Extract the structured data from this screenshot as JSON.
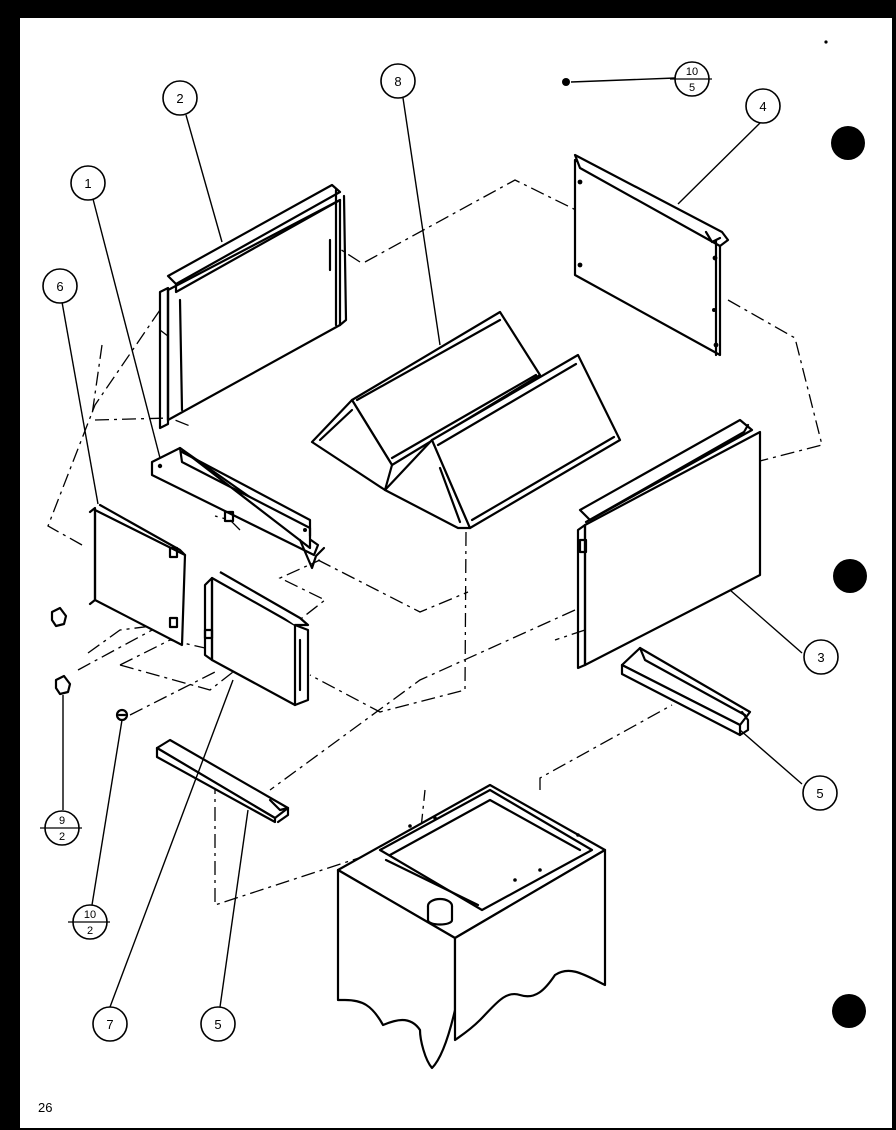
{
  "page": {
    "page_number": "26",
    "background_color": "#000000",
    "paper_color": "#ffffff",
    "ink_color": "#000000"
  },
  "callouts": [
    {
      "key": "c1",
      "label": "1"
    },
    {
      "key": "c2",
      "label": "2"
    },
    {
      "key": "c3",
      "label": "3"
    },
    {
      "key": "c4",
      "label": "4"
    },
    {
      "key": "c5a",
      "label": "5"
    },
    {
      "key": "c5b",
      "label": "5"
    },
    {
      "key": "c6",
      "label": "6"
    },
    {
      "key": "c7",
      "label": "7"
    },
    {
      "key": "c8",
      "label": "8"
    }
  ],
  "fraction_callouts": [
    {
      "key": "f1",
      "numerator": "10",
      "denominator": "5"
    },
    {
      "key": "f2",
      "numerator": "9",
      "denominator": "2"
    },
    {
      "key": "f3",
      "numerator": "10",
      "denominator": "2"
    }
  ],
  "icons": [
    "binder-hole-icon",
    "binder-hole-icon",
    "binder-hole-icon"
  ]
}
